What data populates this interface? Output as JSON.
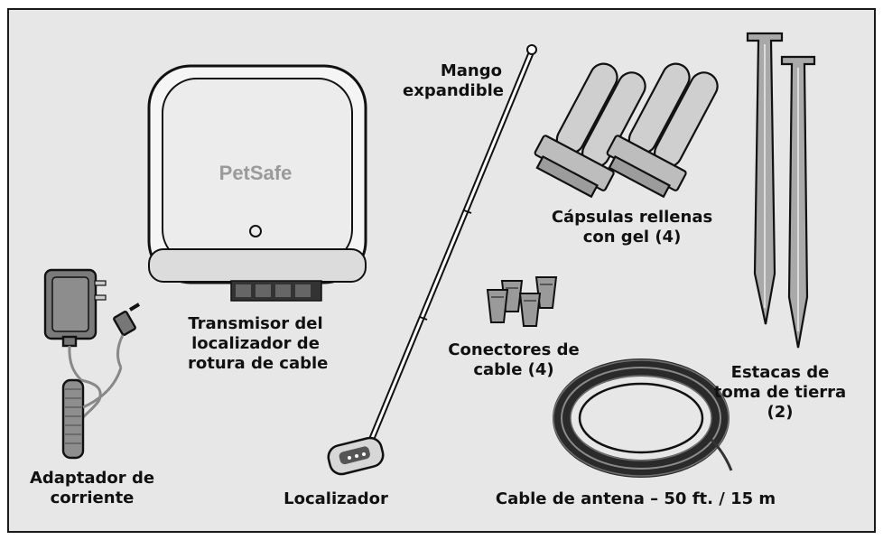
{
  "colors": {
    "background": "#e7e7e7",
    "border": "#1a1a1a",
    "ink": "#111111",
    "device_face": "#e9e9e9",
    "wire": "#8e8e8e"
  },
  "items": {
    "transmitter": {
      "brand": "PetSafe",
      "label_lines": [
        "Transmisor del",
        "localizador de",
        "rotura de cable"
      ]
    },
    "handle": {
      "label_lines": [
        "Mango",
        "expandible"
      ]
    },
    "capsules": {
      "label_lines": [
        "Cápsulas rellenas",
        "con gel (4)"
      ]
    },
    "stakes": {
      "label_lines": [
        "Estacas de",
        "toma de tierra",
        "(2)"
      ]
    },
    "adapter": {
      "label_lines": [
        "Adaptador de",
        "corriente"
      ]
    },
    "connectors": {
      "label_lines": [
        "Conectores de",
        "cable (4)"
      ]
    },
    "locator": {
      "label": "Localizador"
    },
    "antenna_cable": {
      "label": "Cable de antena – 50 ft. / 15 m"
    }
  }
}
